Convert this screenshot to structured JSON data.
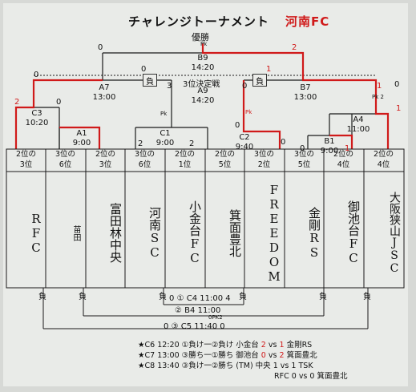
{
  "title": "チャレンジトーナメント",
  "title_suffix": "河南FC",
  "champion_label": "優勝",
  "champion_pk": "Pk",
  "final": {
    "id": "B9",
    "time": "14:20"
  },
  "third_place": {
    "label": "3位決定戦",
    "id": "A9",
    "time": "14:20"
  },
  "lose_mark": "負",
  "semis": [
    {
      "id": "A7",
      "time": "13:00"
    },
    {
      "id": "B7",
      "time": "13:00"
    }
  ],
  "matches": [
    {
      "id": "C3",
      "time": "10:20"
    },
    {
      "id": "A1",
      "time": "9:00"
    },
    {
      "id": "C1",
      "time": "9:00"
    },
    {
      "id": "C2",
      "time": "9:40"
    },
    {
      "id": "B1",
      "time": "9:00"
    },
    {
      "id": "A4",
      "time": "11:00"
    }
  ],
  "seeds": [
    {
      "line1": "2位の",
      "line2": "3位"
    },
    {
      "line1": "3位の",
      "line2": "6位"
    },
    {
      "line1": "2位の",
      "line2": "3位"
    },
    {
      "line1": "3位の",
      "line2": "6位"
    },
    {
      "line1": "2位の",
      "line2": "1位"
    },
    {
      "line1": "2位の",
      "line2": "5位"
    },
    {
      "line1": "3位の",
      "line2": "2位"
    },
    {
      "line1": "3位の",
      "line2": "5位"
    },
    {
      "line1": "2位の",
      "line2": "4位"
    },
    {
      "line1": "2位の",
      "line2": "4位"
    }
  ],
  "teams": [
    "RFC",
    "苗田",
    "富田林中央",
    "河南SC",
    "小金台FC",
    "箕面豊北",
    "FREEDOM",
    "金剛RS",
    "御池台FC",
    "大阪狭山JSC"
  ],
  "scores": {
    "final_left": "0",
    "final_right": "2",
    "third_left": "0",
    "third_right": "1",
    "a7_left": "0",
    "a7_right": "3",
    "b7_left": "0",
    "b7_right": "1",
    "c3_left": "2",
    "c3_right": "0",
    "c1_left": "2",
    "c1_right": "2",
    "c1_pk": "Pk",
    "c2_left": "0",
    "c2_right": "0",
    "c2_pk": "Pk",
    "b1_left": "0",
    "b1_right": "1",
    "a4_left": "0",
    "a4_right": "1",
    "a4_pk": "Pk 2"
  },
  "consolation": [
    {
      "num": "①",
      "id": "C4",
      "time": "11:00",
      "score_left": "0",
      "score_right": "4"
    },
    {
      "num": "②",
      "id": "B4",
      "time": "11:00"
    },
    {
      "num": "③",
      "id": "C5",
      "time": "11:40",
      "score_left": "0",
      "score_right": "0",
      "pk": "0PK2"
    }
  ],
  "extra_matches": [
    {
      "star": "★",
      "id": "C6",
      "time": "12:20",
      "desc": "①負け一②負け",
      "home": "小金台",
      "hs": "2",
      "vs": "vs",
      "as": "1",
      "away": "金剛RS"
    },
    {
      "star": "★",
      "id": "C7",
      "time": "13:00",
      "desc": "③勝ち一①勝ち",
      "home": "御池台",
      "hs": "0",
      "vs": "vs",
      "as": "2",
      "away": "箕面豊北"
    },
    {
      "star": "★",
      "id": "C8",
      "time": "13:40",
      "desc": "③負け一②勝ち",
      "home": "(TM) 中央",
      "hs": "1",
      "vs": "vs",
      "as": "1",
      "away": "TSK"
    }
  ],
  "extra_note": {
    "home": "RFC",
    "hs": "0",
    "vs": "vs",
    "as": "0",
    "away": "箕面豊北"
  },
  "colors": {
    "paper": "#e9ebe8",
    "line": "#1a1a1a",
    "red": "#d01a1a"
  }
}
